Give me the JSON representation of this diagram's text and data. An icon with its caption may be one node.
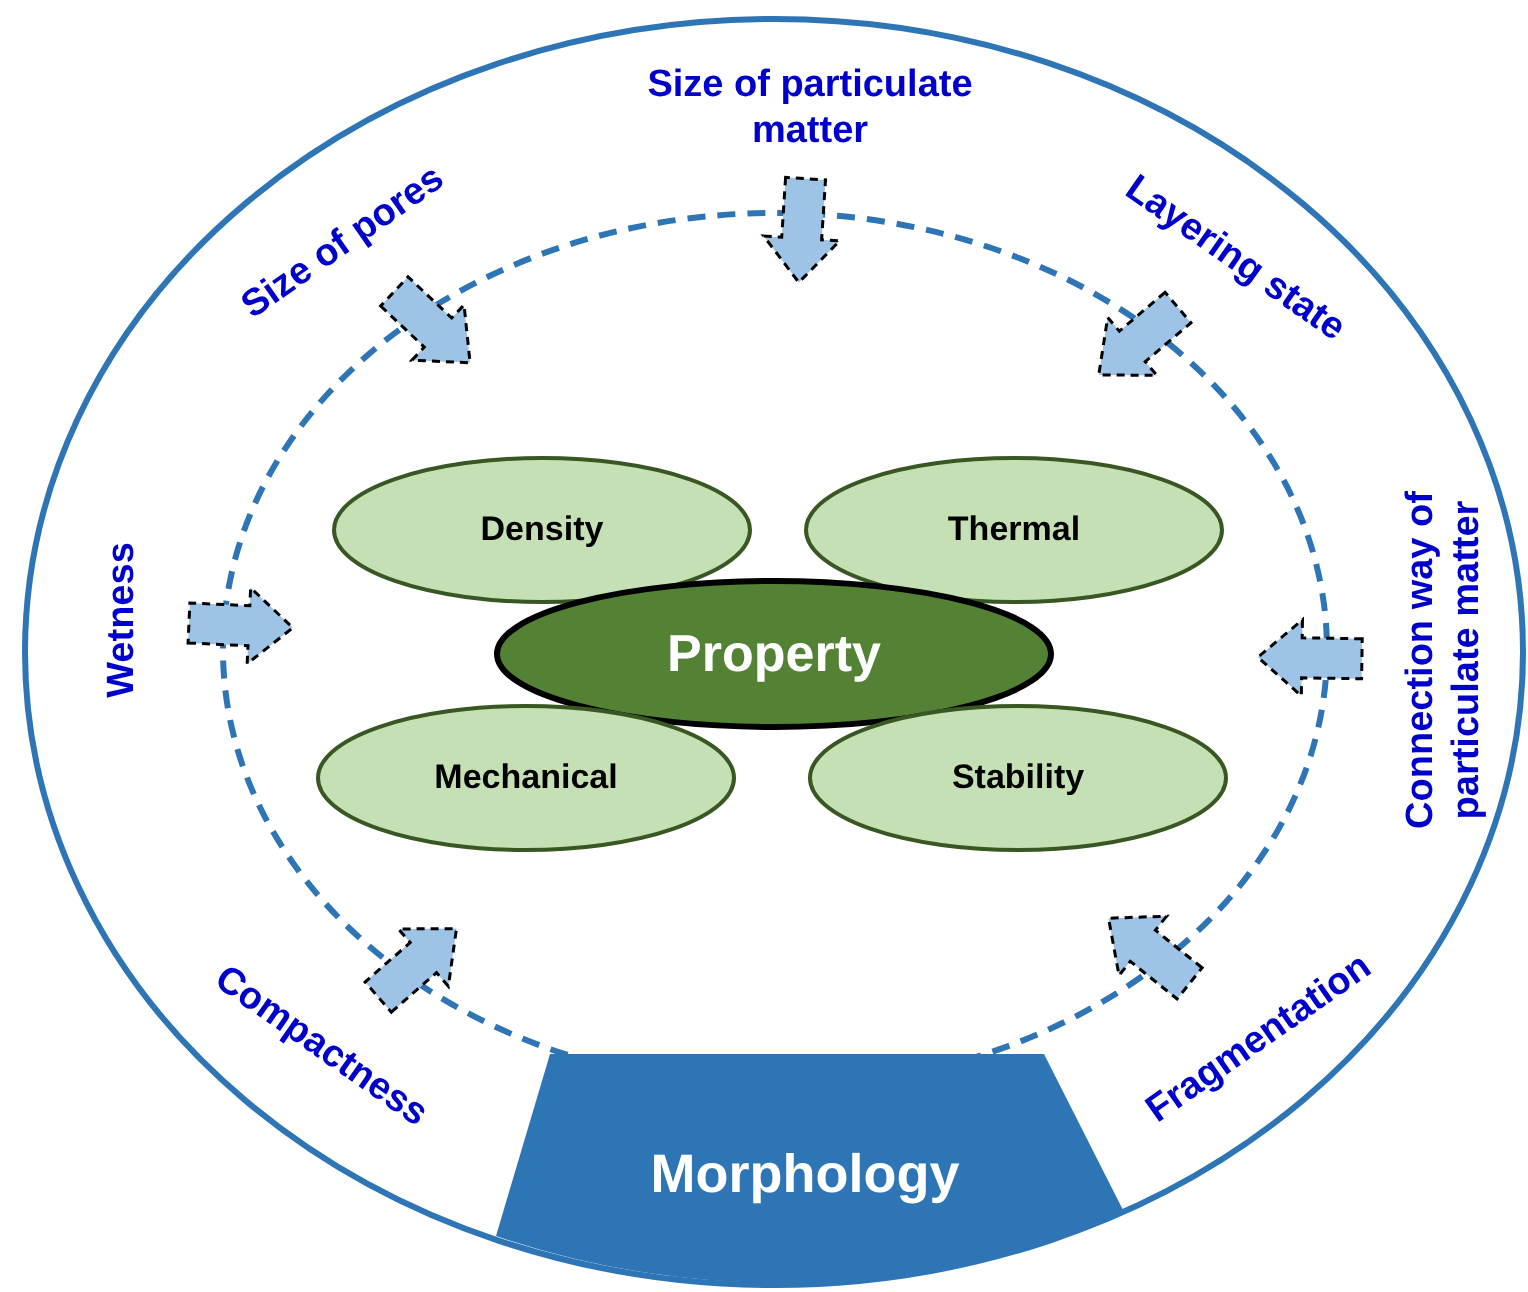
{
  "diagram": {
    "nodes": [
      {
        "text": [],
        "shape": "circle"
      },
      {
        "text": [
          "Size of particulate matter"
        ],
        "in": 0
      },
      {
        "text": [
          "Size of pores"
        ],
        "in": 0
      },
      {
        "text": [
          "Layering state"
        ],
        "in": 0
      },
      {
        "text": [
          "Wetness"
        ],
        "in": 0
      },
      {
        "text": [
          "Connection way of particulate matter"
        ],
        "in": 0
      },
      {
        "text": [
          "Compactness"
        ],
        "in": 0
      },
      {
        "text": [
          "Fragmentation"
        ],
        "in": 0
      },
      {
        "text": [],
        "shape": "circle",
        "in": 0
      },
      {
        "text": [
          "Density"
        ],
        "in": 8
      },
      {
        "text": [
          "Thermal"
        ],
        "in": 8
      },
      {
        "text": [
          "Property"
        ],
        "in": 8
      },
      {
        "text": [
          "Mechanical"
        ],
        "in": 8
      },
      {
        "text": [
          "Stability"
        ],
        "in": 8
      },
      {
        "text": [
          "Morphology"
        ],
        "in": 0
      }
    ],
    "edges": [
      {
        "from": 1,
        "to": 8,
        "arrow": "to"
      },
      {
        "from": 2,
        "to": 8,
        "arrow": "to"
      },
      {
        "from": 3,
        "to": 8,
        "arrow": "to"
      },
      {
        "from": 4,
        "to": 8,
        "arrow": "to"
      },
      {
        "from": 5,
        "to": 8,
        "arrow": "to"
      },
      {
        "from": 6,
        "to": 8,
        "arrow": "to"
      },
      {
        "from": 7,
        "to": 8,
        "arrow": "to"
      }
    ]
  }
}
